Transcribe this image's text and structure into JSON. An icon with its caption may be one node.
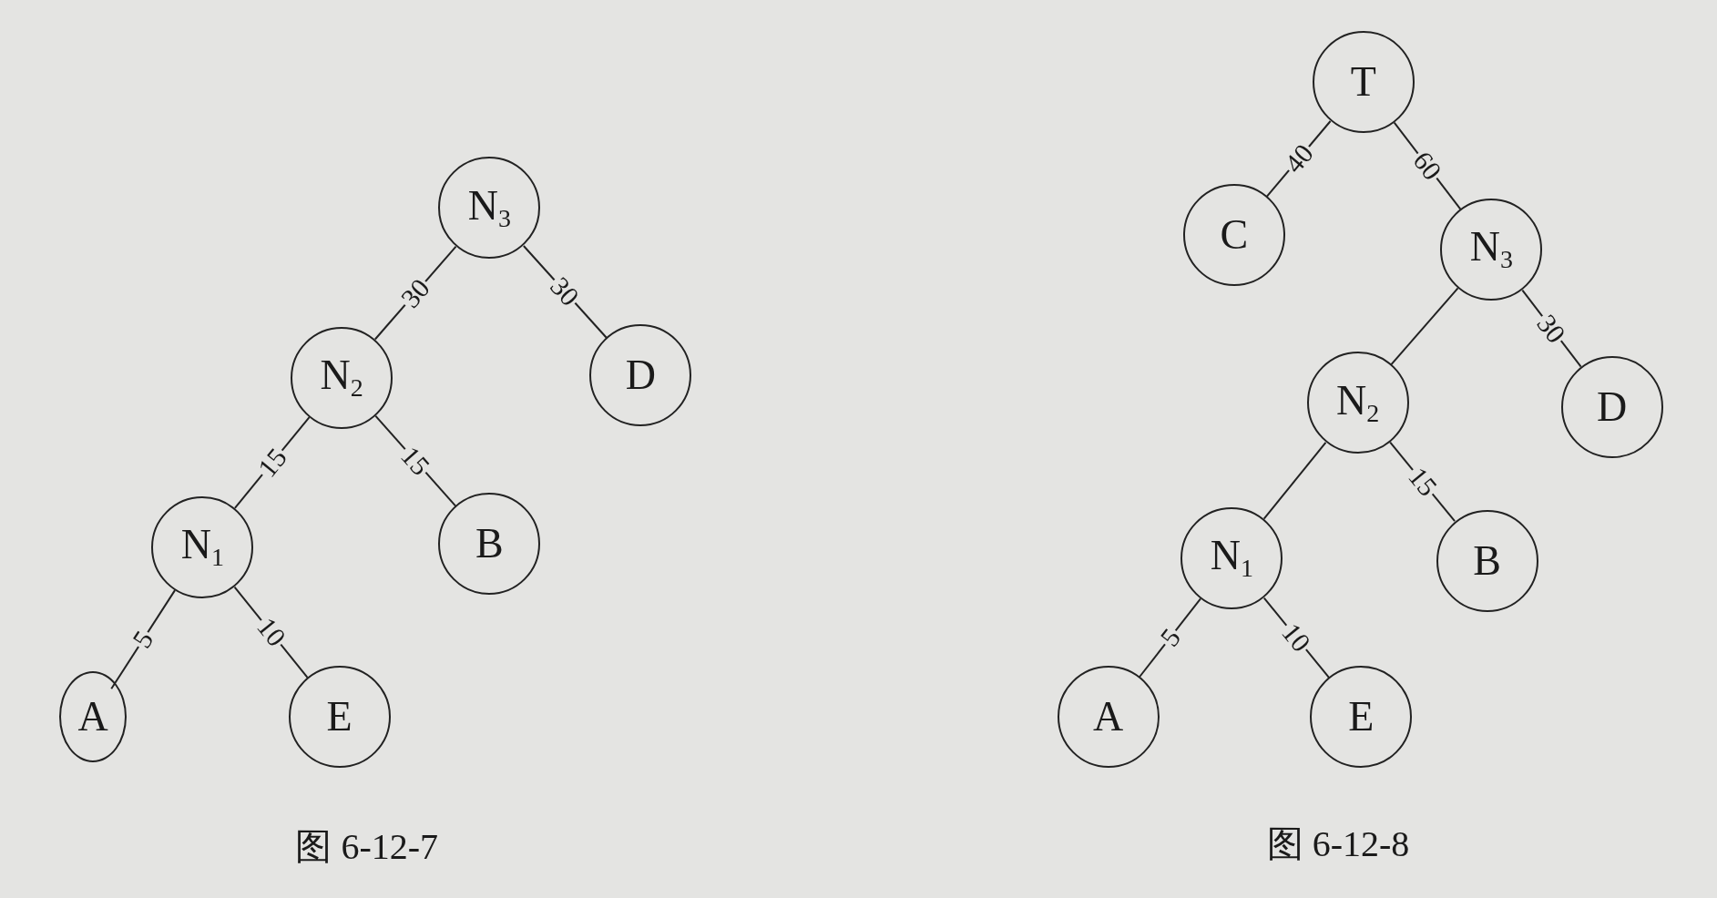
{
  "diagram": {
    "nodes": [
      {
        "text": [
          "N$_{3}$"
        ]
      },
      {
        "text": [
          "N$_{2}$"
        ]
      },
      {
        "text": [
          "D"
        ]
      },
      {
        "text": [
          "N$_{1}$"
        ]
      },
      {
        "text": [
          "B"
        ]
      },
      {
        "text": [
          "A"
        ]
      },
      {
        "text": [
          "E"
        ]
      },
      {
        "text": [
          "T"
        ]
      },
      {
        "text": [
          "C"
        ]
      },
      {
        "text": [
          "N$_{3}$"
        ]
      },
      {
        "text": [
          "N$_{2}$"
        ]
      },
      {
        "text": [
          "D"
        ]
      },
      {
        "text": [
          "N$_{1}$"
        ]
      },
      {
        "text": [
          "B"
        ]
      },
      {
        "text": [
          "A"
        ]
      },
      {
        "text": [
          "E"
        ]
      }
    ],
    "edges": [
      {
        "from": 0,
        "to": 1,
        "arrow": "none",
        "label": "30"
      },
      {
        "from": 0,
        "to": 2,
        "arrow": "none",
        "label": "30"
      },
      {
        "from": 1,
        "to": 3,
        "arrow": "none",
        "label": "15"
      },
      {
        "from": 1,
        "to": 4,
        "arrow": "none",
        "label": "15"
      },
      {
        "from": 3,
        "to": 5,
        "arrow": "none",
        "label": "5"
      },
      {
        "from": 3,
        "to": 6,
        "arrow": "none",
        "label": "10"
      },
      {
        "from": 7,
        "to": 8,
        "arrow": "none",
        "label": "40"
      },
      {
        "from": 7,
        "to": 9,
        "arrow": "none",
        "label": "60"
      },
      {
        "from": 9,
        "to": 10,
        "arrow": "none"
      },
      {
        "from": 9,
        "to": 11,
        "arrow": "none",
        "label": "30"
      },
      {
        "from": 10,
        "to": 12,
        "arrow": "none"
      },
      {
        "from": 10,
        "to": 13,
        "arrow": "none",
        "label": "15"
      },
      {
        "from": 12,
        "to": 14,
        "arrow": "none",
        "label": "5"
      },
      {
        "from": 12,
        "to": 15,
        "arrow": "none",
        "label": "10"
      }
    ],
    "labels": [
      "图 6-12-7",
      "图 6-12-8"
    ]
  }
}
